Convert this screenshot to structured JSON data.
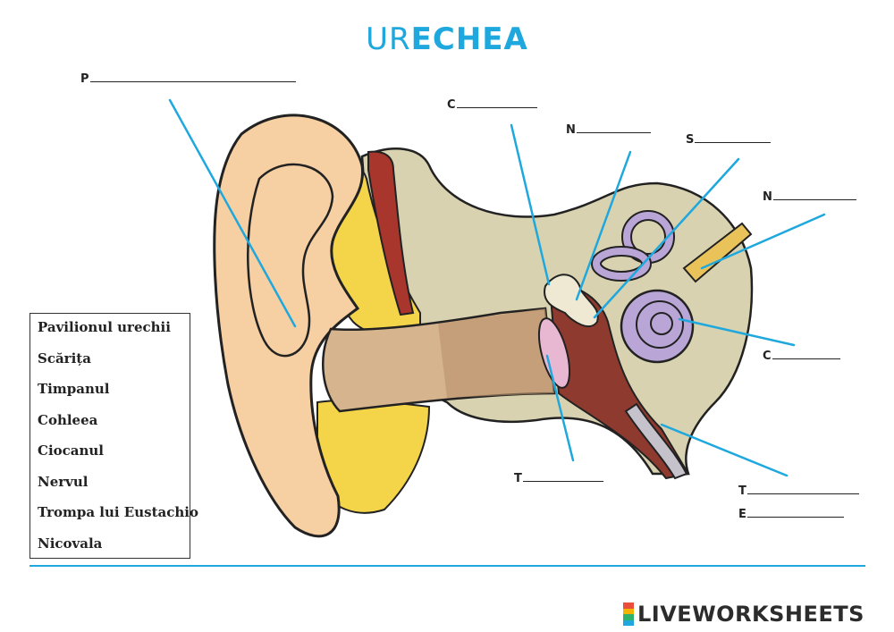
{
  "title": {
    "part1": "UR",
    "part2": "ECHEA"
  },
  "blanks": [
    {
      "id": "p",
      "letter": "P"
    },
    {
      "id": "c-top",
      "letter": "C"
    },
    {
      "id": "n-top",
      "letter": "N"
    },
    {
      "id": "s",
      "letter": "S"
    },
    {
      "id": "n-right",
      "letter": "N"
    },
    {
      "id": "c-right",
      "letter": "C"
    },
    {
      "id": "t-left",
      "letter": "T"
    },
    {
      "id": "t-right",
      "letter": "T"
    },
    {
      "id": "e",
      "letter": "E"
    }
  ],
  "word_bank": [
    "Pavilionul urechii",
    "Scărița",
    "Timpanul",
    "Cohleea",
    "Ciocanul",
    "Nervul",
    "Trompa lui Eustachio",
    "Nicovala"
  ],
  "brand": {
    "name": "LIVEWORKSHEETS"
  },
  "colors": {
    "accent": "#1ea8dd",
    "skin": "#f6cfa3",
    "bone": "#d8d2b0",
    "fat": "#f4d54a",
    "inner": "#b9a6d6",
    "muscle": "#a8362c"
  }
}
